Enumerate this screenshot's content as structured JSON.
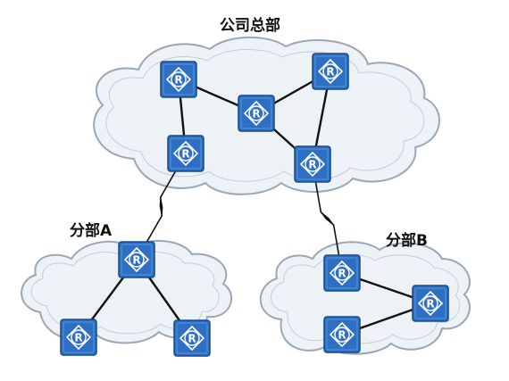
{
  "labels": {
    "hq": "公司总部",
    "branch_a": "分部A",
    "branch_b": "分部B"
  },
  "routers": [
    {
      "id": "hq1",
      "glyph": "R"
    },
    {
      "id": "hq2",
      "glyph": "R"
    },
    {
      "id": "hq3",
      "glyph": "R"
    },
    {
      "id": "hq4",
      "glyph": "R"
    },
    {
      "id": "hq5",
      "glyph": "R"
    },
    {
      "id": "a1",
      "glyph": "R"
    },
    {
      "id": "a2",
      "glyph": "R"
    },
    {
      "id": "a3",
      "glyph": "R"
    },
    {
      "id": "b1",
      "glyph": "R"
    },
    {
      "id": "b2",
      "glyph": "R"
    },
    {
      "id": "b3",
      "glyph": "R"
    }
  ],
  "links": [
    {
      "from": "hq1",
      "to": "hq2",
      "type": "ethernet"
    },
    {
      "from": "hq1",
      "to": "hq4",
      "type": "ethernet"
    },
    {
      "from": "hq2",
      "to": "hq3",
      "type": "ethernet"
    },
    {
      "from": "hq2",
      "to": "hq5",
      "type": "ethernet"
    },
    {
      "from": "hq3",
      "to": "hq5",
      "type": "ethernet"
    },
    {
      "from": "hq4",
      "to": "a1",
      "type": "serial"
    },
    {
      "from": "hq5",
      "to": "b1",
      "type": "serial"
    },
    {
      "from": "a1",
      "to": "a2",
      "type": "ethernet"
    },
    {
      "from": "a1",
      "to": "a3",
      "type": "ethernet"
    },
    {
      "from": "b1",
      "to": "b2",
      "type": "ethernet"
    },
    {
      "from": "b2",
      "to": "b3",
      "type": "ethernet"
    }
  ],
  "colors": {
    "router_fill": "#2d6fc3",
    "router_border": "#174b8c",
    "router_glyph": "#ffffff",
    "cloud_fill": "#edf2f7",
    "cloud_stroke": "#9aa7b4",
    "link": "#111111"
  },
  "icons": {
    "router": "router-icon",
    "cloud": "cloud-icon",
    "serial": "lightning-icon"
  }
}
